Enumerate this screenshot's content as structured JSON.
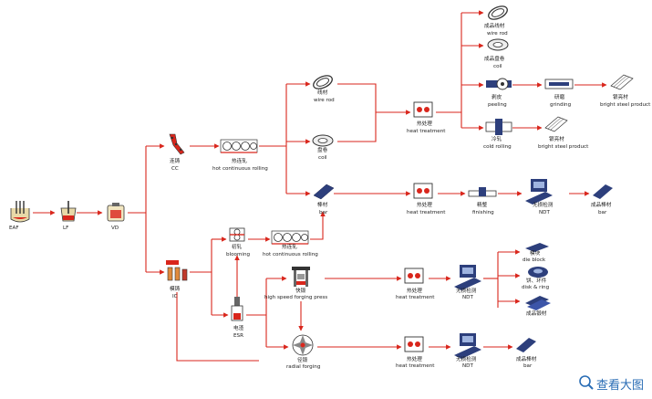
{
  "nodes": {
    "eaf": {
      "en": "EAF"
    },
    "lf": {
      "en": "LF"
    },
    "vd": {
      "en": "VD"
    },
    "cc": {
      "zh": "连铸",
      "en": "CC"
    },
    "ic": {
      "zh": "模铸",
      "en": "IC"
    },
    "hcr_top": {
      "zh": "热连轧",
      "en": "hot continuous rolling"
    },
    "wire_rod": {
      "zh": "线材",
      "en": "wire rod"
    },
    "coil": {
      "zh": "盘卷",
      "en": "coil"
    },
    "bar": {
      "zh": "棒材",
      "en": "bar"
    },
    "heat_top": {
      "zh": "热处理",
      "en": "heat treatment"
    },
    "wire_rod_product": {
      "zh": "成品线材",
      "en": "wire rod"
    },
    "coil_product": {
      "zh": "成品盘卷",
      "en": "coil"
    },
    "peeling": {
      "zh": "剥皮",
      "en": "peeling"
    },
    "grinding": {
      "zh": "研磨",
      "en": "grinding"
    },
    "bright_steel_1": {
      "zh": "银亮材",
      "en": "bright steel product"
    },
    "cold_rolling": {
      "zh": "冷轧",
      "en": "cold rolling"
    },
    "bright_steel_2": {
      "zh": "银亮材",
      "en": "bright steel product"
    },
    "heat_bar": {
      "zh": "热处理",
      "en": "heat treatment"
    },
    "finishing": {
      "zh": "精整",
      "en": "finishing"
    },
    "ndt_bar": {
      "zh": "无损检测",
      "en": "NDT"
    },
    "bar_product": {
      "zh": "成品棒材",
      "en": "bar"
    },
    "blooming": {
      "zh": "初轧",
      "en": "blooming"
    },
    "hcr_mid": {
      "zh": "热连轧",
      "en": "hot continuous rolling"
    },
    "forging_press": {
      "zh": "快锻",
      "en": "high speed forging press"
    },
    "heat_forge": {
      "zh": "热处理",
      "en": "heat treatment"
    },
    "ndt_forge": {
      "zh": "无损检测",
      "en": "NDT"
    },
    "die_block": {
      "zh": "模块",
      "en": "die block"
    },
    "disk_ring": {
      "zh": "饼、环件",
      "en": "disk & ring"
    },
    "forged_product": {
      "zh": "成品锻材"
    },
    "esr": {
      "zh": "电渣",
      "en": "ESR"
    },
    "radial_forging": {
      "zh": "径锻",
      "en": "radial forging"
    },
    "heat_radial": {
      "zh": "热处理",
      "en": "heat treatment"
    },
    "ndt_radial": {
      "zh": "无损检测",
      "en": "NDT"
    },
    "radial_product": {
      "zh": "成品棒材",
      "en": "bar"
    }
  },
  "colors": {
    "arrow": "#d9261c",
    "equipment": "#2d3f7c",
    "outline": "#333333",
    "accent": "#c0392b",
    "link": "#2a6db5"
  },
  "icons": {
    "zoom": "magnifier-icon"
  },
  "watermark": {
    "label": "查看大图"
  }
}
